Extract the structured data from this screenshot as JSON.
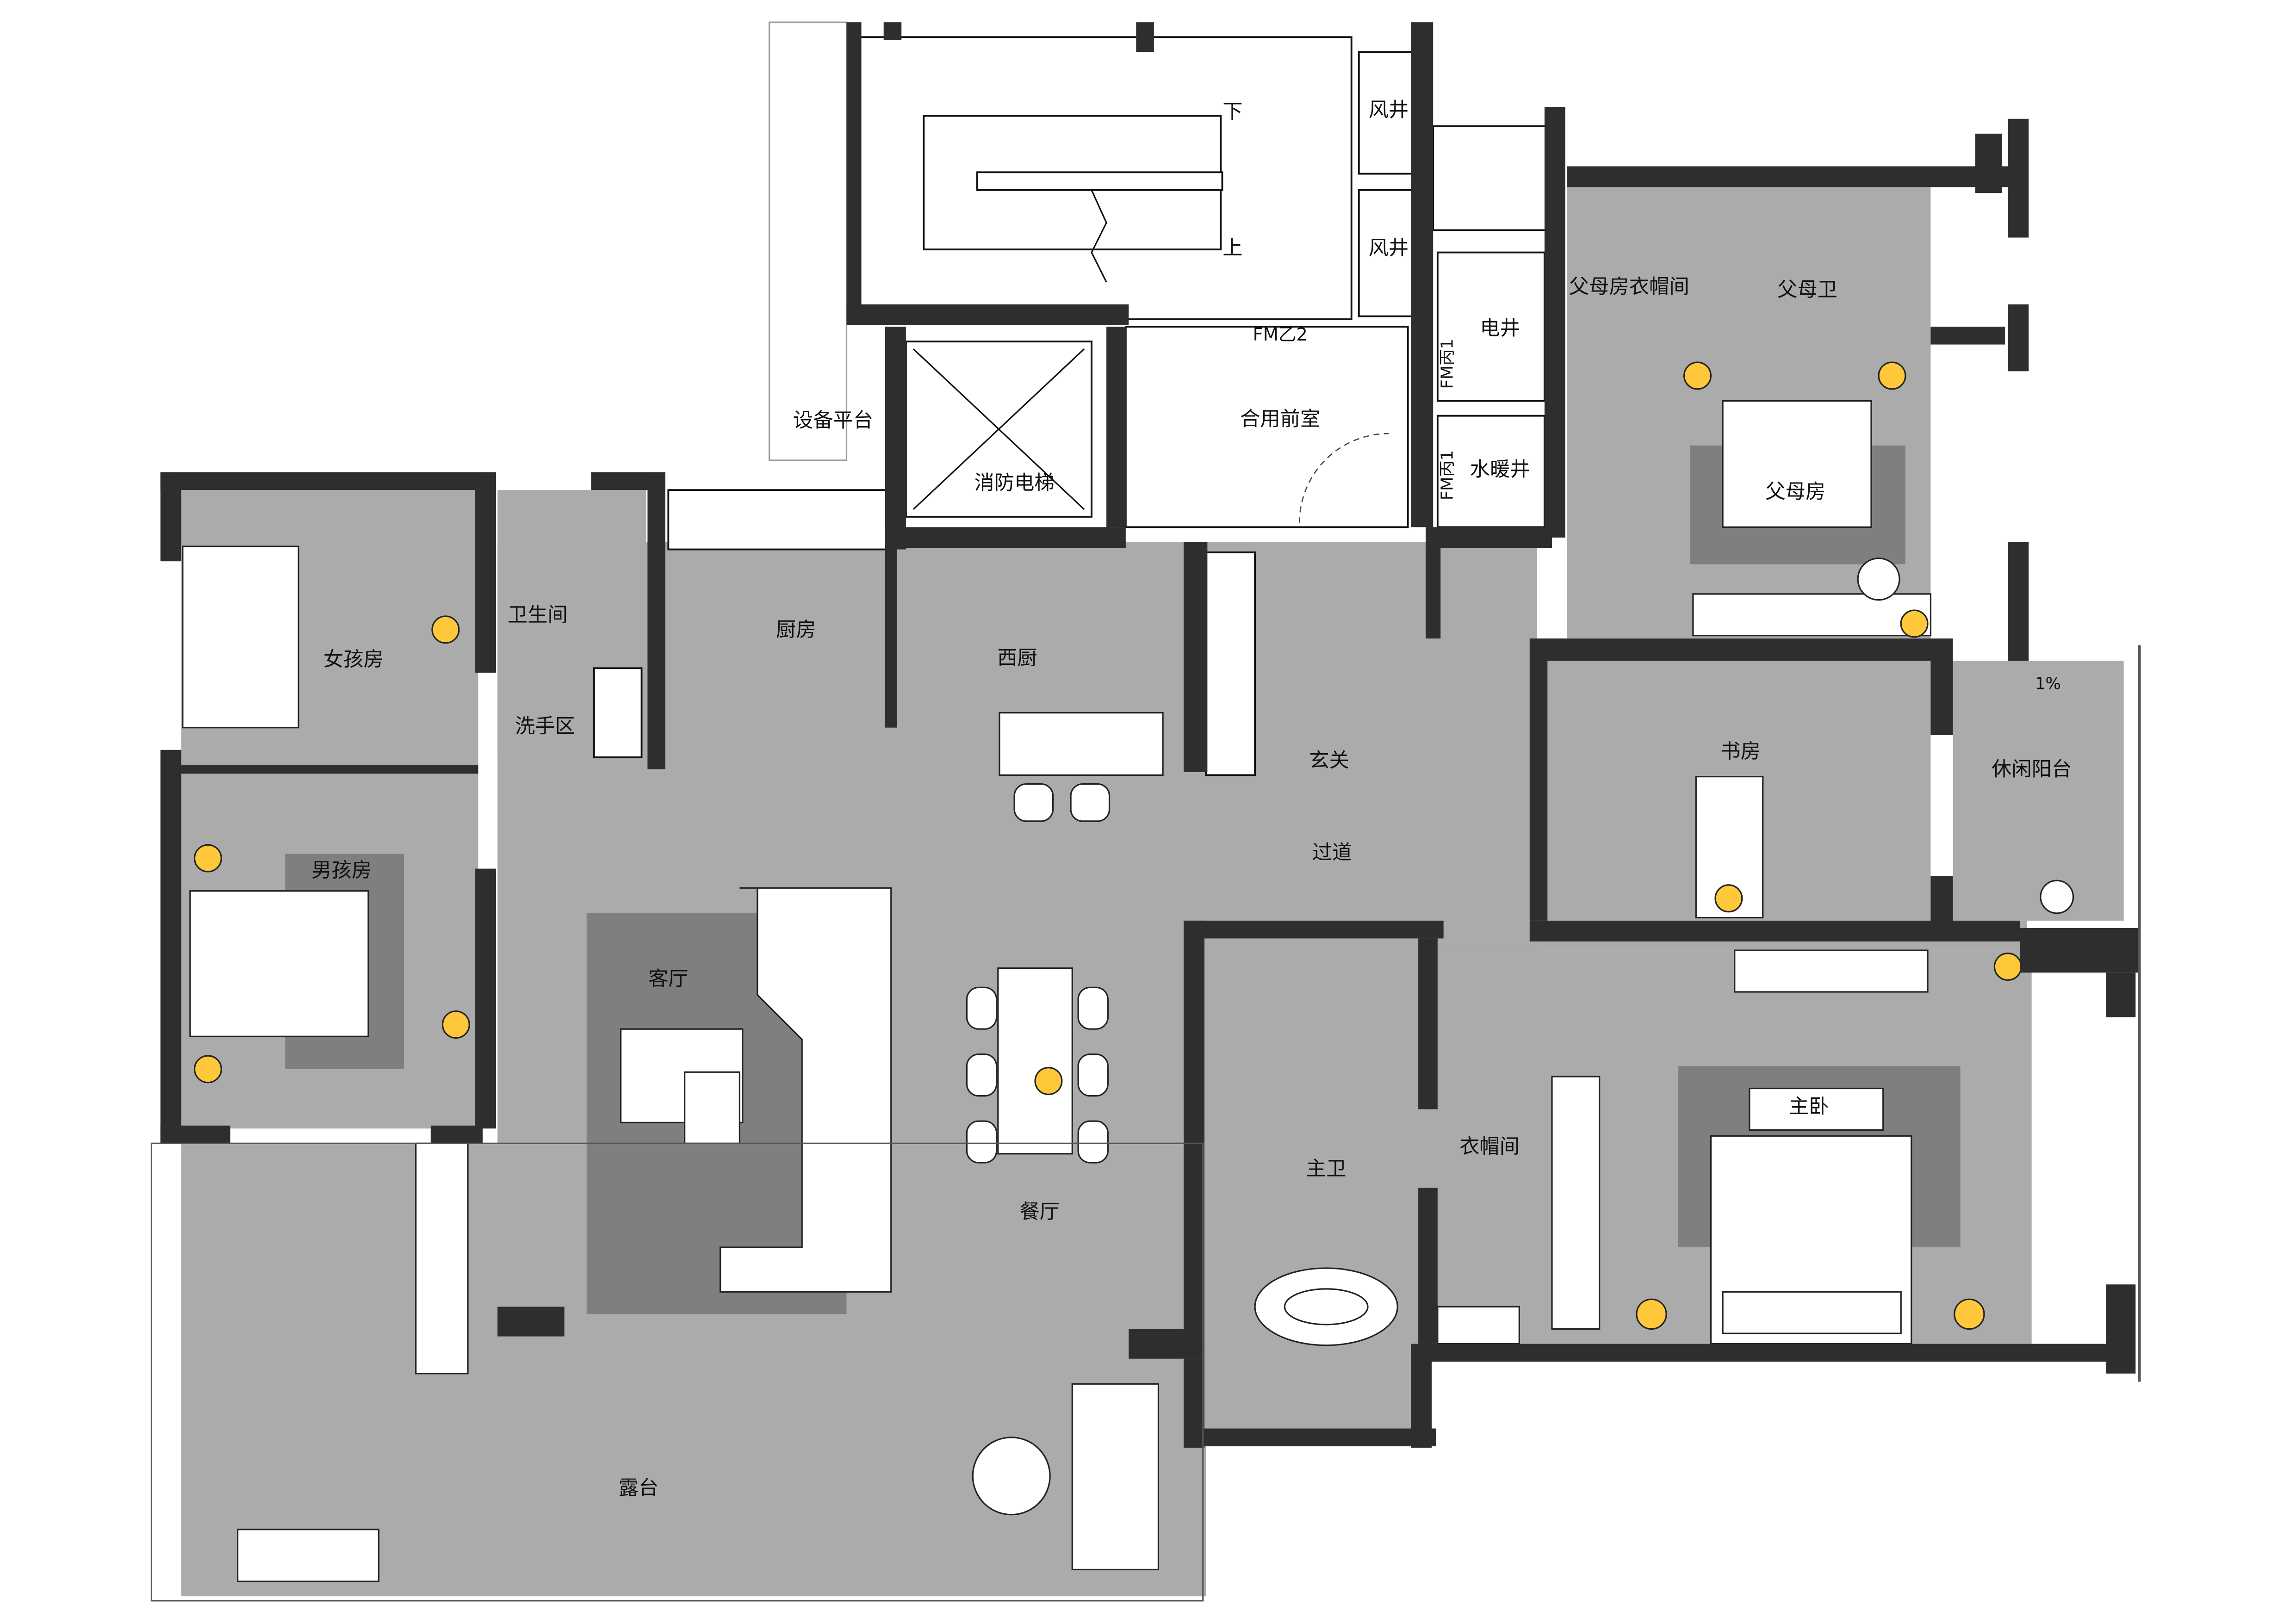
{
  "title": "户型平面图",
  "colors": {
    "floor": "#ababab",
    "rug": "#7f7f7f",
    "wall": "#2e2e2e",
    "light": "#ffc83a"
  },
  "core": {
    "stair_down": "下",
    "stair_up": "上",
    "air_shaft_1": "风井",
    "air_shaft_2": "风井",
    "fire_door_b2": "FM乙2",
    "electric_shaft": "电井",
    "fire_door_c1_a": "FM丙1",
    "fire_door_c1_b": "FM丙1",
    "plumbing_shaft": "水暖井",
    "shared_lobby": "合用前室",
    "fire_elevator": "消防电梯",
    "equipment_platform": "设备平台"
  },
  "rooms": {
    "parents_closet": "父母房衣帽间",
    "parents_bath": "父母卫",
    "parents_room": "父母房",
    "girls_room": "女孩房",
    "bathroom": "卫生间",
    "kitchen": "厨房",
    "western_kitchen": "西厨",
    "wash_area": "洗手区",
    "foyer": "玄关",
    "study": "书房",
    "slope": "1%",
    "leisure_balcony": "休闲阳台",
    "boys_room": "男孩房",
    "corridor": "过道",
    "living_room": "客厅",
    "master_bedroom": "主卧",
    "walk_in_closet": "衣帽间",
    "master_bath": "主卫",
    "dining_room": "餐厅",
    "terrace": "露台"
  }
}
